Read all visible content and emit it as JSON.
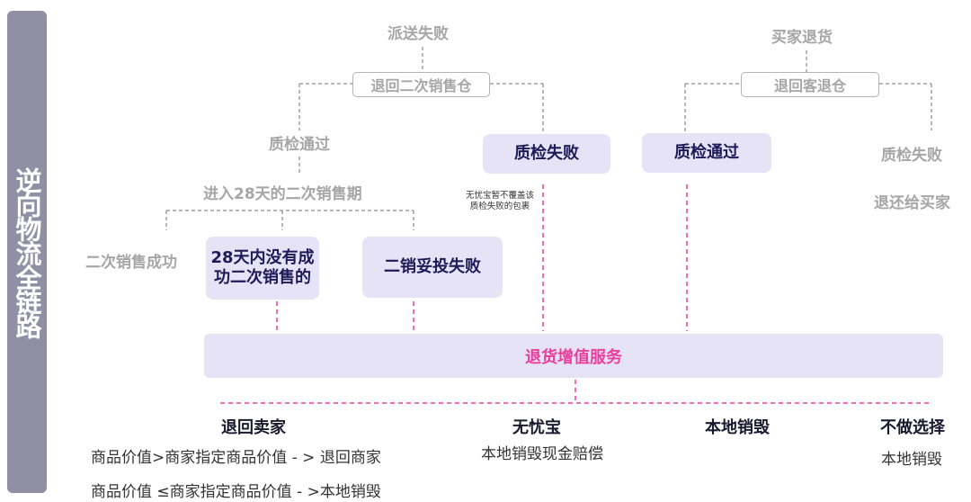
{
  "side_title": "逆向物流全链路",
  "left_branch": {
    "trigger": "派送失败",
    "warehouse": "退回二次销售仓",
    "qc_pass": "质检通过",
    "qc_fail": "质检失败",
    "qc_fail_note": [
      "无忧宝暂不覆盖该",
      "质检失败的包裹"
    ],
    "resale_period": "进入28天的二次销售期",
    "resale_success": "二次销售成功",
    "not_sold": [
      "28天内没有成",
      "功二次销售的"
    ],
    "redelivery_fail": "二销妥投失败"
  },
  "right_branch": {
    "trigger": "买家退货",
    "warehouse": "退回客退仓",
    "qc_pass": "质检通过",
    "qc_fail": "质检失败",
    "return_buyer": "退还给买家"
  },
  "value_added_service": "退货增值服务",
  "outcomes": {
    "return_seller": {
      "title": "退回卖家",
      "lines": [
        "商品价值>商家指定商品价值 - > 退回商家",
        "商品价值 ≤商家指定商品价值 - >本地销毁"
      ]
    },
    "wuyoubao": {
      "title": "无忧宝",
      "lines": [
        "本地销毁现金赔偿"
      ]
    },
    "local_destroy": {
      "title": "本地销毁"
    },
    "no_choice": {
      "title": "不做选择",
      "lines": [
        "本地销毁"
      ]
    }
  },
  "colors": {
    "sidebar": "#918fa3",
    "box_fill": "#e6e3f6",
    "box_text": "#1f1a57",
    "grey_text": "#a6a6a6",
    "accent_pink": "#ea3e9d"
  }
}
